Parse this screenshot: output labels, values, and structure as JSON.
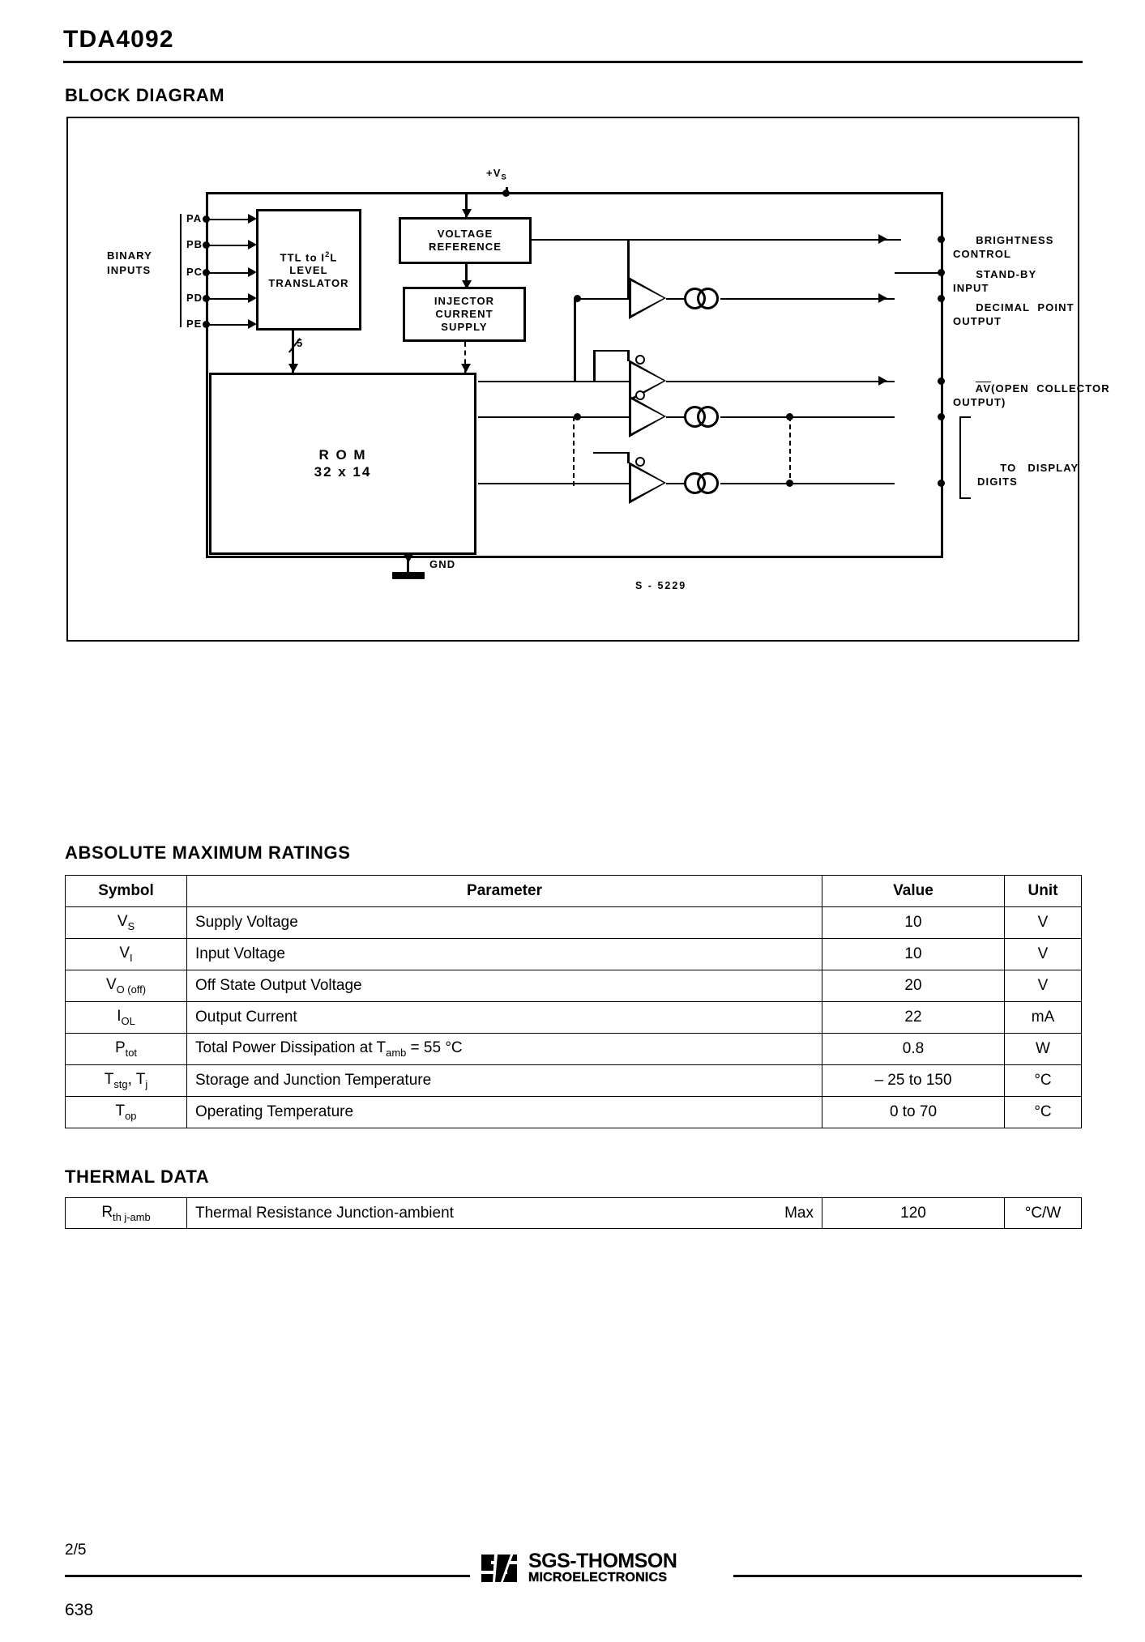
{
  "header": {
    "part_number": "TDA4092"
  },
  "sections": {
    "block_diagram_heading": "BLOCK DIAGRAM",
    "absolute_maximum_heading": "ABSOLUTE MAXIMUM RATINGS",
    "thermal_data_heading": "THERMAL DATA"
  },
  "block_diagram": {
    "supply_label": "+V",
    "supply_sub": "S",
    "ground_label": "GND",
    "drawing_ref": "S - 5229",
    "input_group_label_line1": "BINARY",
    "input_group_label_line2": "INPUTS",
    "input_pins": [
      "PA",
      "PB",
      "PC",
      "PD",
      "PE"
    ],
    "bus_width": "5",
    "blocks": {
      "translator": {
        "line1": "TTL  to  I",
        "sup": "2",
        "line1b": "L",
        "line2": "LEVEL",
        "line3": "TRANSLATOR"
      },
      "voltage_reference": {
        "line1": "VOLTAGE",
        "line2": "REFERENCE"
      },
      "injector_current_supply": {
        "line1": "INJECTOR",
        "line2": "CURRENT",
        "line3": "SUPPLY"
      },
      "rom": {
        "line1": "R O M",
        "line2": "32 x 14"
      }
    },
    "outputs": [
      {
        "line1": "BRIGHTNESS",
        "line2": "CONTROL"
      },
      {
        "line1": "STAND-BY",
        "line2": "INPUT"
      },
      {
        "line1": "DECIMAL  POINT",
        "line2": "OUTPUT"
      },
      {
        "line1": "AV(OPEN  COLLECTOR",
        "line2": "OUTPUT)",
        "overline_prefix": "AV"
      },
      {
        "line1": "TO   DISPLAY",
        "line2": "DIGITS"
      }
    ]
  },
  "absolute_maximum_ratings": {
    "columns": [
      "Symbol",
      "Parameter",
      "Value",
      "Unit"
    ],
    "rows": [
      {
        "symbol_main": "V",
        "symbol_sub": "S",
        "parameter": "Supply Voltage",
        "value": "10",
        "unit": "V"
      },
      {
        "symbol_main": "V",
        "symbol_sub": "I",
        "parameter": "Input Voltage",
        "value": "10",
        "unit": "V"
      },
      {
        "symbol_main": "V",
        "symbol_sub": "O (off)",
        "parameter": "Off State Output Voltage",
        "value": "20",
        "unit": "V"
      },
      {
        "symbol_main": "I",
        "symbol_sub": "OL",
        "parameter": "Output Current",
        "value": "22",
        "unit": "mA"
      },
      {
        "symbol_main": "P",
        "symbol_sub": "tot",
        "parameter": "Total Power Dissipation at T<sub>amb</sub> = 55 °C",
        "value": "0.8",
        "unit": "W"
      },
      {
        "symbol_main": "T",
        "symbol_sub": "stg",
        "symbol_main2": ", T",
        "symbol_sub2": "j",
        "parameter": "Storage and Junction Temperature",
        "value": "– 25 to 150",
        "unit": "°C"
      },
      {
        "symbol_main": "T",
        "symbol_sub": "op",
        "parameter": "Operating Temperature",
        "value": "0 to 70",
        "unit": "°C"
      }
    ]
  },
  "thermal_data": {
    "rows": [
      {
        "symbol_main": "R",
        "symbol_sub": "th j-amb",
        "parameter": "Thermal Resistance Junction-ambient",
        "qualifier": "Max",
        "value": "120",
        "unit": "°C/W"
      }
    ]
  },
  "footer": {
    "page_of": "2/5",
    "brand_main": "SGS-THOMSON",
    "brand_sub": "MICROELECTRONICS",
    "doc_number": "638"
  }
}
